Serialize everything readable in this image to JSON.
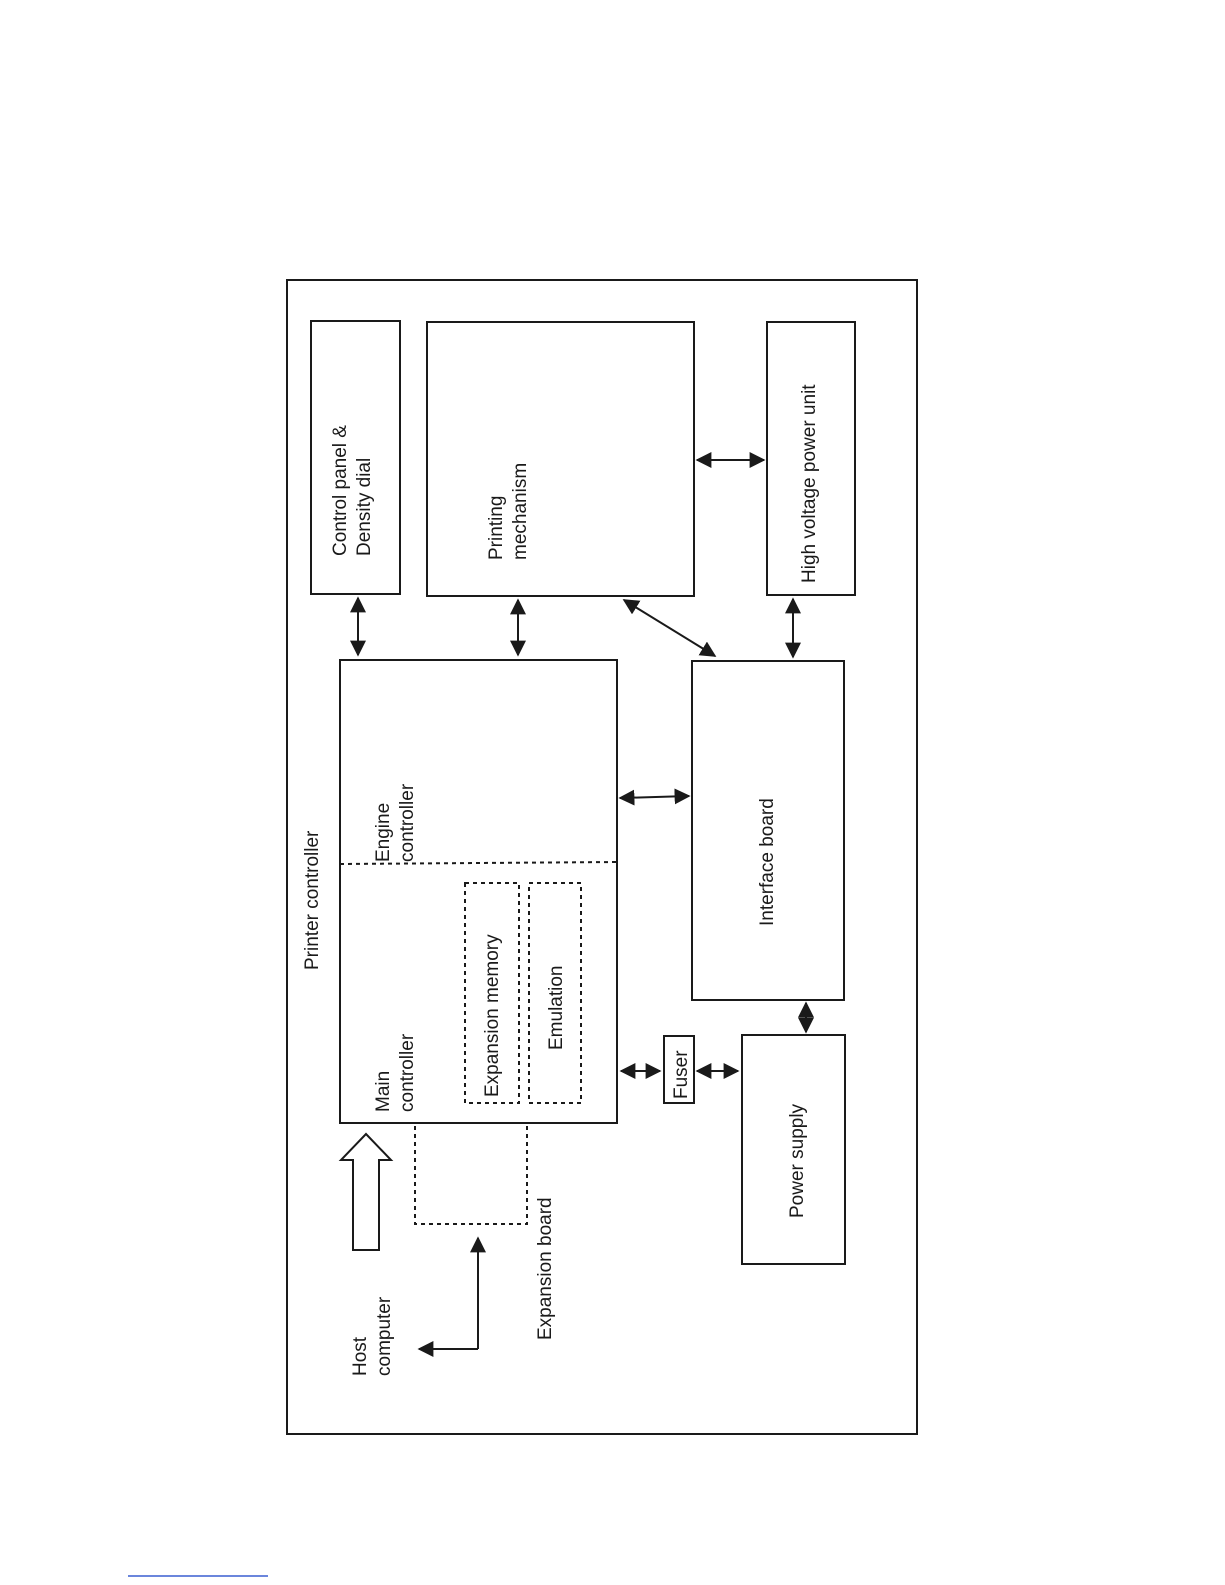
{
  "diagram": {
    "outer_label": "Printer controller",
    "blocks": {
      "control_panel": [
        "Control panel &",
        "Density dial"
      ],
      "printing_mechanism": [
        "Printing",
        "mechanism"
      ],
      "high_voltage": [
        "High voltage power unit"
      ],
      "main_controller": [
        "Main",
        "controller"
      ],
      "engine_controller": [
        "Engine",
        "controller"
      ],
      "expansion_memory": [
        "Expansion memory"
      ],
      "emulation": [
        "Emulation"
      ],
      "interface_board": [
        "Interface board"
      ],
      "fuser": [
        "Fuser"
      ],
      "power_supply": [
        "Power supply"
      ],
      "expansion_board": [
        "Expansion board"
      ],
      "host_computer": [
        "Host",
        "computer"
      ]
    }
  }
}
